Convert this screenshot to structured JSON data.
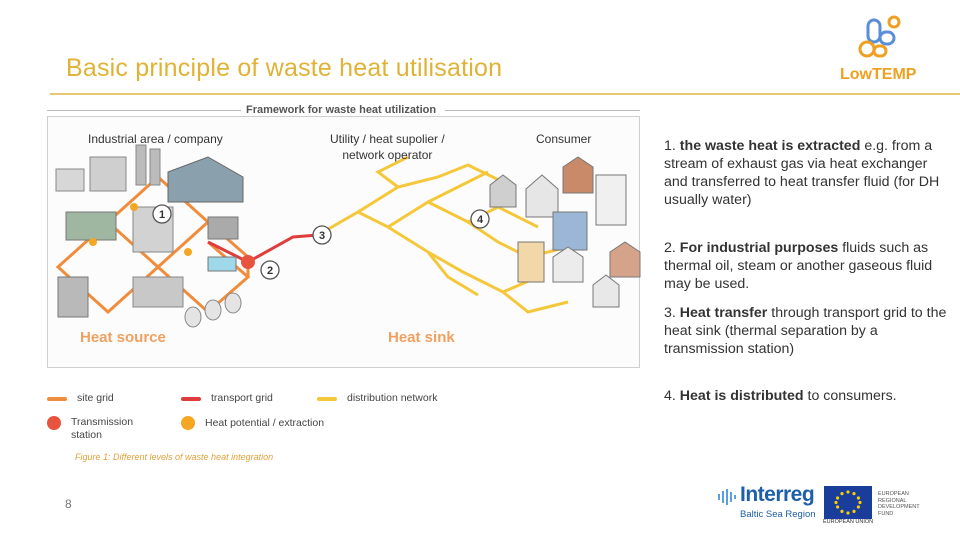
{
  "slide": {
    "title": "Basic principle of waste heat utilisation",
    "page_number": "8"
  },
  "logo": {
    "text": "LowTEMP",
    "colors": {
      "orange": "#f0a020",
      "blue": "#5a8fd8"
    }
  },
  "diagram": {
    "framework_title": "Framework for waste heat utilization",
    "zones": {
      "industrial": "Industrial area / company",
      "utility_line1": "Utility / heat supolier /",
      "utility_line2": "network operator",
      "consumer": "Consumer"
    },
    "heat_source_label": "Heat source",
    "heat_sink_label": "Heat sink",
    "markers": [
      "1",
      "2",
      "3",
      "4"
    ],
    "colors": {
      "site_grid": "#f08c3c",
      "transport_grid": "#e03c3c",
      "distribution_network": "#f5c73a",
      "transmission_station": "#e8533e",
      "heat_potential": "#f5a623",
      "heat_label": "#f0a060"
    }
  },
  "legend": {
    "site_grid": "site grid",
    "transport_grid": "transport grid",
    "distribution_network": "distribution network",
    "transmission_station_line1": "Transmission",
    "transmission_station_line2": "station",
    "heat_potential": "Heat potential / extraction"
  },
  "caption": "Figure 1: Different levels of waste heat integration",
  "points": [
    {
      "num": "1.",
      "bold": "the waste heat is extracted",
      "rest": " e.g. from a stream of exhaust gas via heat exchanger and transferred to heat transfer fluid (for DH usually water)"
    },
    {
      "num": "2.",
      "bold": "For industrial purposes",
      "rest": " fluids such as thermal oil, steam or another gaseous fluid may be used."
    },
    {
      "num": "3.",
      "bold": "Heat transfer",
      "rest": " through transport grid to the heat sink (thermal separation by a transmission station)"
    },
    {
      "num": "4.",
      "bold": "Heat is distributed",
      "rest": " to consumers."
    }
  ],
  "interreg": {
    "name": "Interreg",
    "region": "Baltic Sea Region",
    "eu_label": "EUROPEAN UNION",
    "fund_label": "EUROPEAN\nREGIONAL\nDEVELOPMENT\nFUND"
  }
}
